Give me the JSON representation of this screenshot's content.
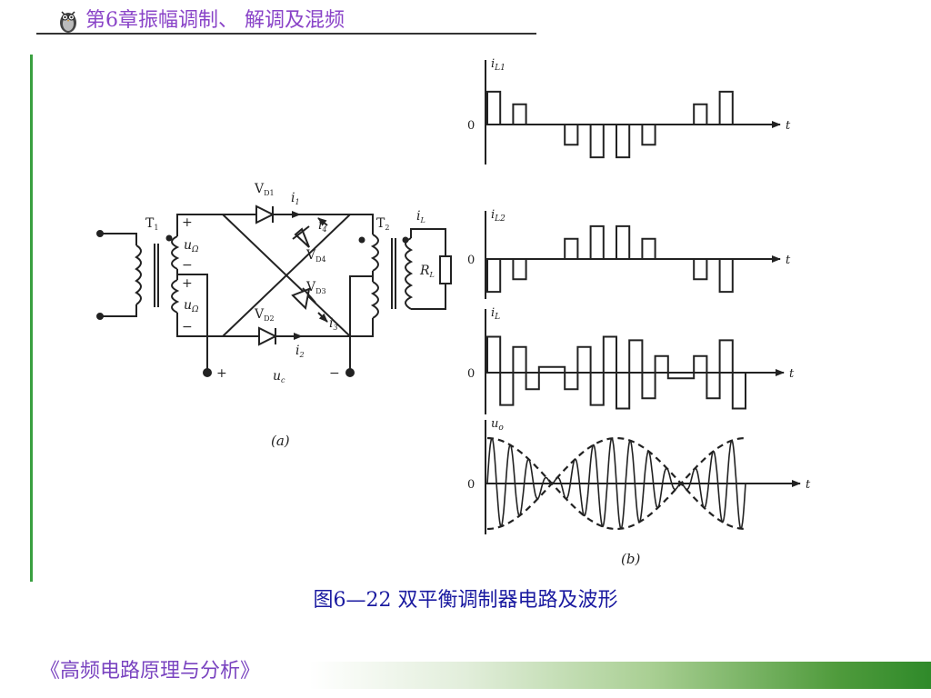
{
  "header": {
    "title": "第6章振幅调制、 解调及混频",
    "icon": "owl-icon"
  },
  "figure": {
    "caption": "图6—22 双平衡调制器电路及波形",
    "circuit": {
      "panel_label": "(a)",
      "labels": {
        "t1": "T",
        "t1_sub": "1",
        "t2": "T",
        "t2_sub": "2",
        "vd1": "V",
        "vd1_sub": "D1",
        "vd2": "V",
        "vd2_sub": "D2",
        "vd3": "V",
        "vd3_sub": "D3",
        "vd4": "V",
        "vd4_sub": "D4",
        "i1": "i",
        "i1_sub": "1",
        "i2": "i",
        "i2_sub": "2",
        "i3": "i",
        "i3_sub": "3",
        "i4": "i",
        "i4_sub": "4",
        "il": "i",
        "il_sub": "L",
        "rl": "R",
        "rl_sub": "L",
        "u_omega_top": "u",
        "u_omega_top_sub": "Ω",
        "u_omega_bot": "u",
        "u_omega_bot_sub": "Ω",
        "uc": "u",
        "uc_sub": "c",
        "plus": "+",
        "minus": "−"
      }
    },
    "waveforms": {
      "panel_label": "(b)",
      "zero": "0",
      "t_label": "t",
      "plots": [
        {
          "name": "i",
          "sub": "L1"
        },
        {
          "name": "i",
          "sub": "L2"
        },
        {
          "name": "i",
          "sub": "L"
        },
        {
          "name": "u",
          "sub": "o"
        }
      ]
    }
  },
  "footer": {
    "text": "《高频电路原理与分析》"
  }
}
